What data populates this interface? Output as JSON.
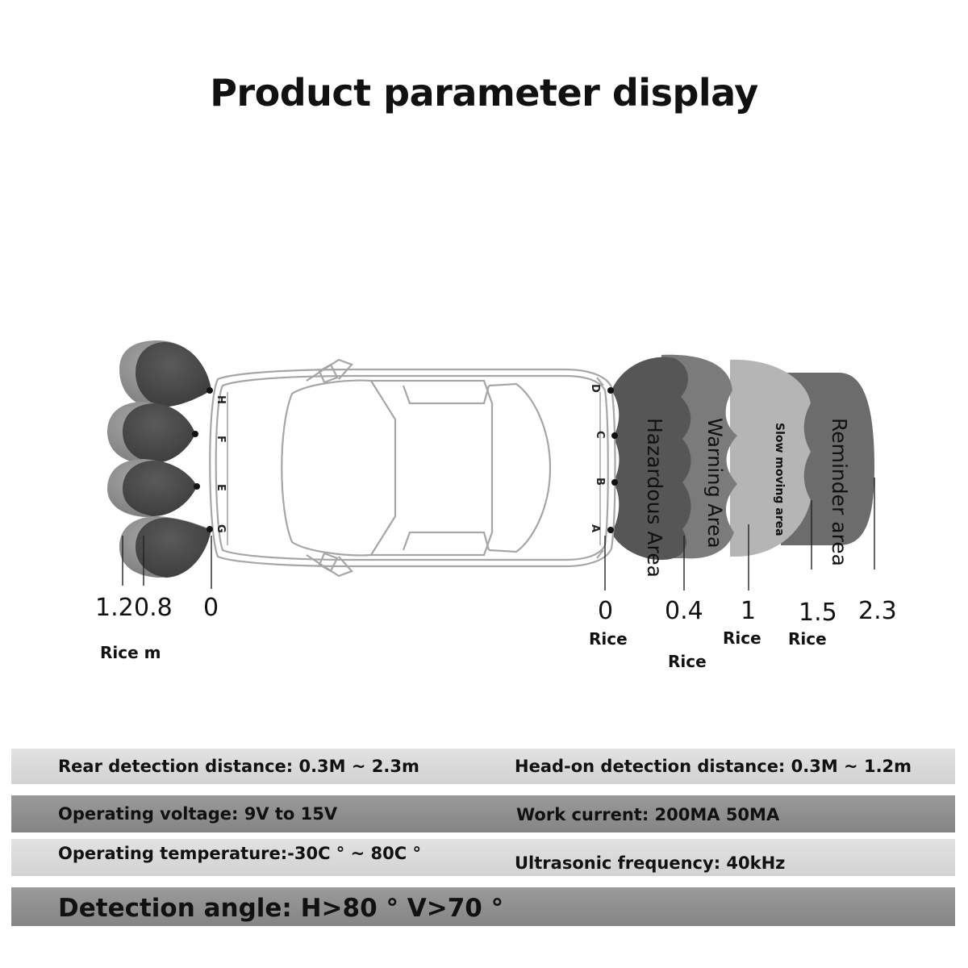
{
  "title": "Product parameter display",
  "zones": [
    {
      "label": "Hazardous Area",
      "color": "#555555"
    },
    {
      "label": "Warning Area",
      "color": "#7a7a7a"
    },
    {
      "label": "Slow moving area",
      "color": "#b4b4b4"
    },
    {
      "label": "Reminder area",
      "color": "#6a6a6a"
    }
  ],
  "sensor_letters": [
    "H",
    "F",
    "E",
    "G",
    "D",
    "C",
    "B",
    "A"
  ],
  "front_scale": {
    "marks": [
      "1.2",
      "0.8",
      "0"
    ],
    "unit": "Rice m"
  },
  "rear_scale": {
    "marks": [
      "0",
      "0.4",
      "1",
      "1.5",
      "2.3"
    ],
    "units": [
      "Rice",
      "Rice",
      "Rice",
      "Rice"
    ]
  },
  "specs": {
    "rear_detection": "Rear detection distance: 0.3M ~ 2.3m",
    "head_on_detection": "Head-on detection distance: 0.3M ~ 1.2m",
    "operating_voltage": "Operating voltage: 9V to 15V",
    "work_current": "Work current: 200MA 50MA",
    "operating_temperature": "Operating temperature:-30C ° ~ 80C °",
    "ultrasonic_frequency": "Ultrasonic frequency: 40kHz",
    "detection_angle": "Detection angle: H>80 ° V>70 °"
  }
}
